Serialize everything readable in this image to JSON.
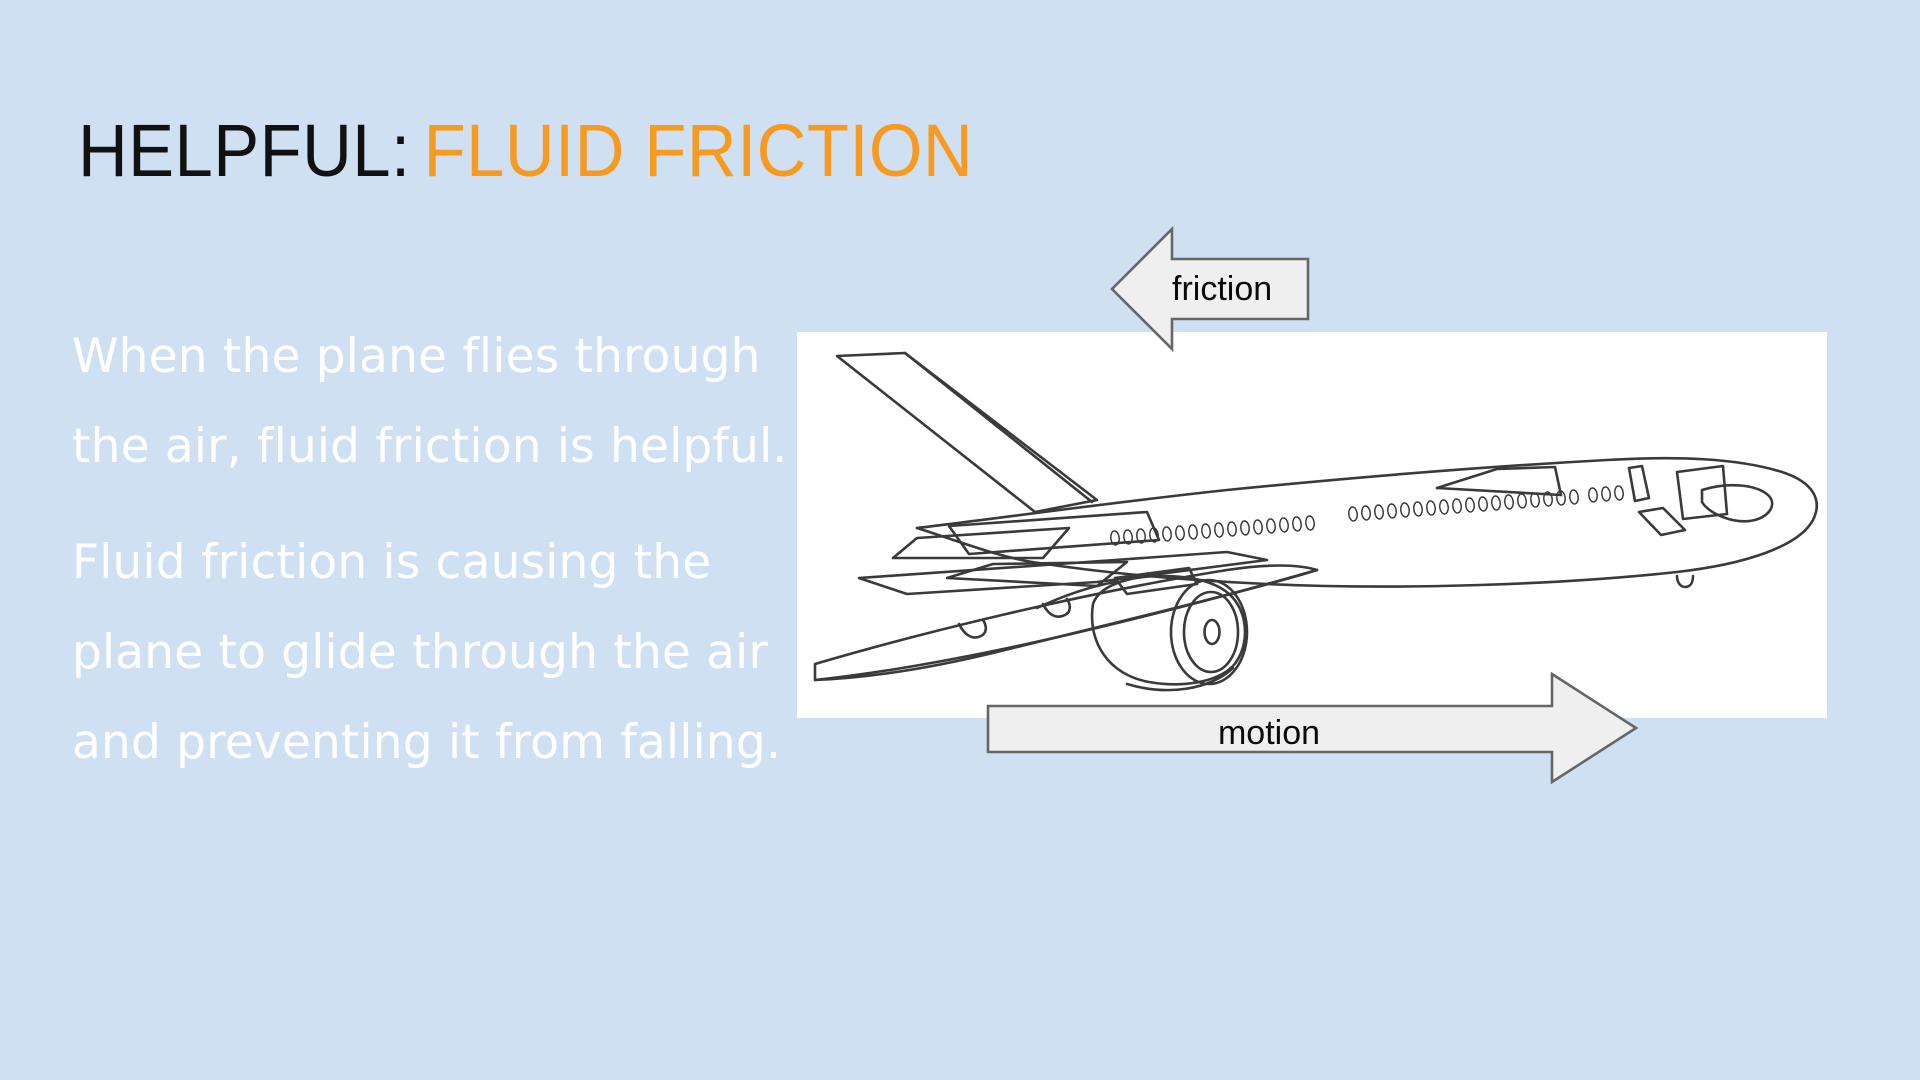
{
  "slide": {
    "background_color": "#cfe0f2",
    "title": {
      "main": "HELPFUL:",
      "accent": "FLUID FRICTION",
      "main_color": "#111111",
      "accent_color": "#f79a1f"
    },
    "body": {
      "text_color": "#ffffff",
      "paragraphs": [
        "When the plane flies through the air, fluid friction is helpful.",
        "Fluid friction is causing the plane to glide through the air and preventing it from falling."
      ]
    },
    "diagram": {
      "panel_background": "#ffffff",
      "illustration_name": "airplane-line-drawing",
      "arrows": [
        {
          "label": "friction",
          "direction": "left",
          "fill_color": "#efefef",
          "stroke_color": "#666666"
        },
        {
          "label": "motion",
          "direction": "right",
          "fill_color": "#efefef",
          "stroke_color": "#666666"
        }
      ]
    }
  }
}
